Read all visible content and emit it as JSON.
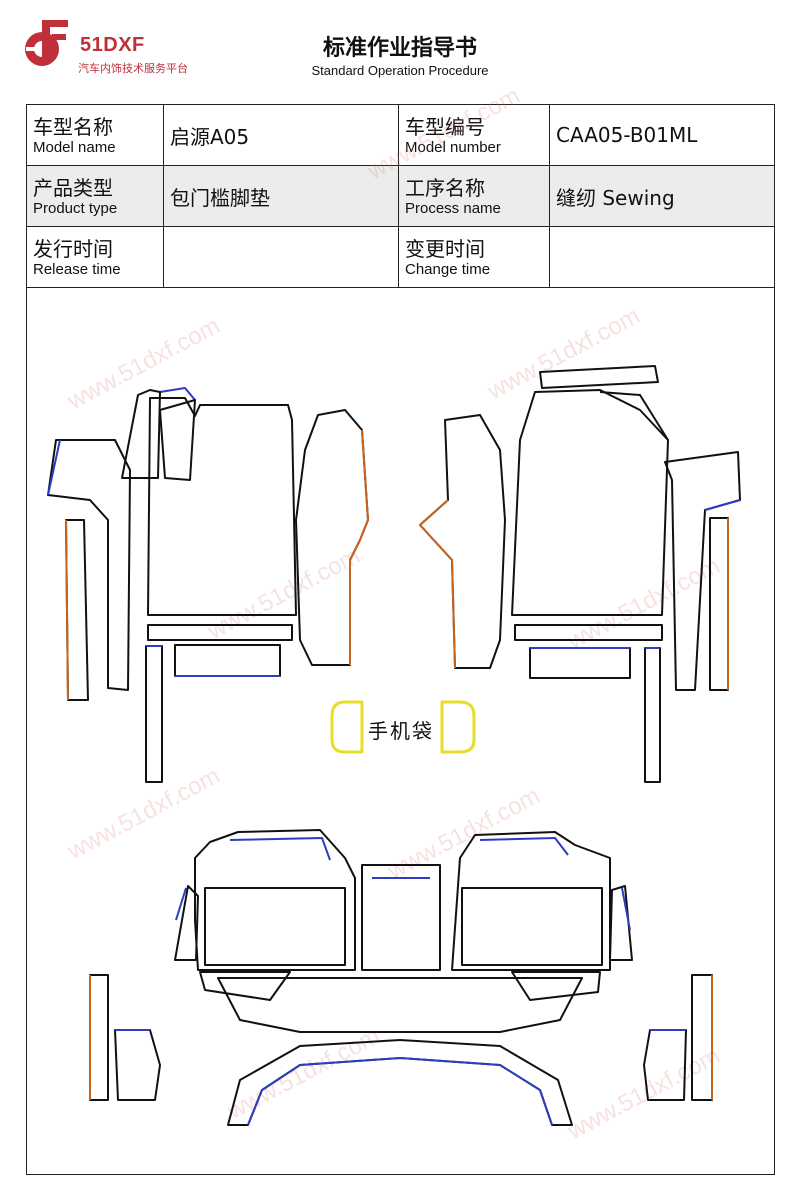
{
  "header": {
    "brand": "51DXF",
    "brand_sub": "汽车内饰技术服务平台",
    "title": "标准作业指导书",
    "subtitle": "Standard Operation Procedure"
  },
  "info_table": {
    "model_name_cn": "车型名称",
    "model_name_en": "Model name",
    "model_name_value": "启源A05",
    "model_number_cn": "车型编号",
    "model_number_en": "Model number",
    "model_number_value": "CAA05-B01ML",
    "product_type_cn": "产品类型",
    "product_type_en": "Product type",
    "product_type_value": "包门槛脚垫",
    "process_name_cn": "工序名称",
    "process_name_en": "Process name",
    "process_name_value": "缝纫 Sewing",
    "release_time_cn": "发行时间",
    "release_time_en": "Release time",
    "release_time_value": "",
    "change_time_cn": "变更时间",
    "change_time_en": "Change time",
    "change_time_value": ""
  },
  "drawing": {
    "phone_pocket_label": "手机袋",
    "watermark": "www.51dxf.com"
  },
  "colors": {
    "brand_red": "#c0303a",
    "outline": "#111111",
    "edge_blue": "#2a3fc0",
    "edge_orange": "#c8641e",
    "edge_yellow": "#e8dc2a"
  }
}
